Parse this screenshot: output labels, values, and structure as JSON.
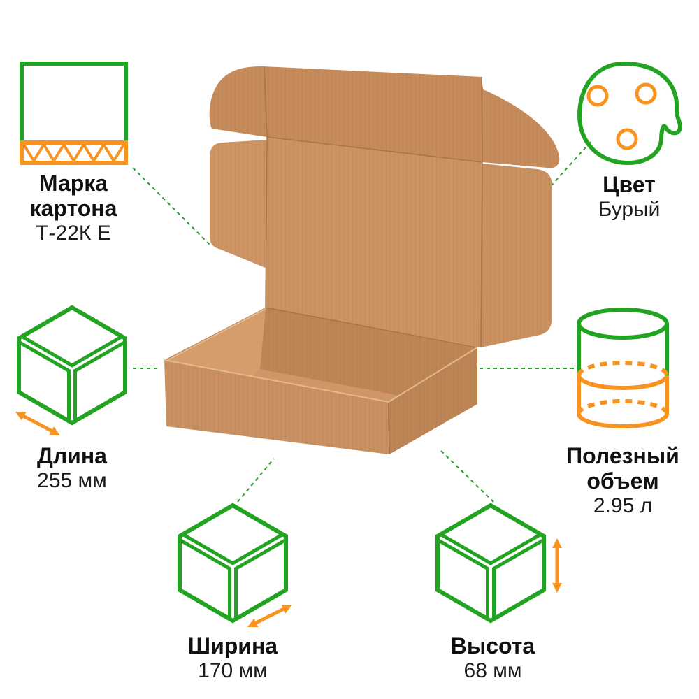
{
  "colors": {
    "accent_green": "#22a322",
    "accent_orange": "#f7931e"
  },
  "specs": {
    "cardboard_grade": {
      "label_line1": "Марка",
      "label_line2": "картона",
      "value": "Т-22К Е",
      "icon": "corrugated-cardboard-icon"
    },
    "color": {
      "label": "Цвет",
      "value": "Бурый",
      "icon": "palette-icon"
    },
    "length": {
      "label": "Длина",
      "value": "255 мм",
      "icon": "cube-length-icon"
    },
    "volume": {
      "label_line1": "Полезный",
      "label_line2": "объем",
      "value": "2.95 л",
      "icon": "cylinder-volume-icon"
    },
    "width": {
      "label": "Ширина",
      "value": "170 мм",
      "icon": "cube-width-icon"
    },
    "height": {
      "label": "Высота",
      "value": "68 мм",
      "icon": "cube-height-icon"
    }
  },
  "product": {
    "icon": "kraft-mailer-box-image"
  }
}
